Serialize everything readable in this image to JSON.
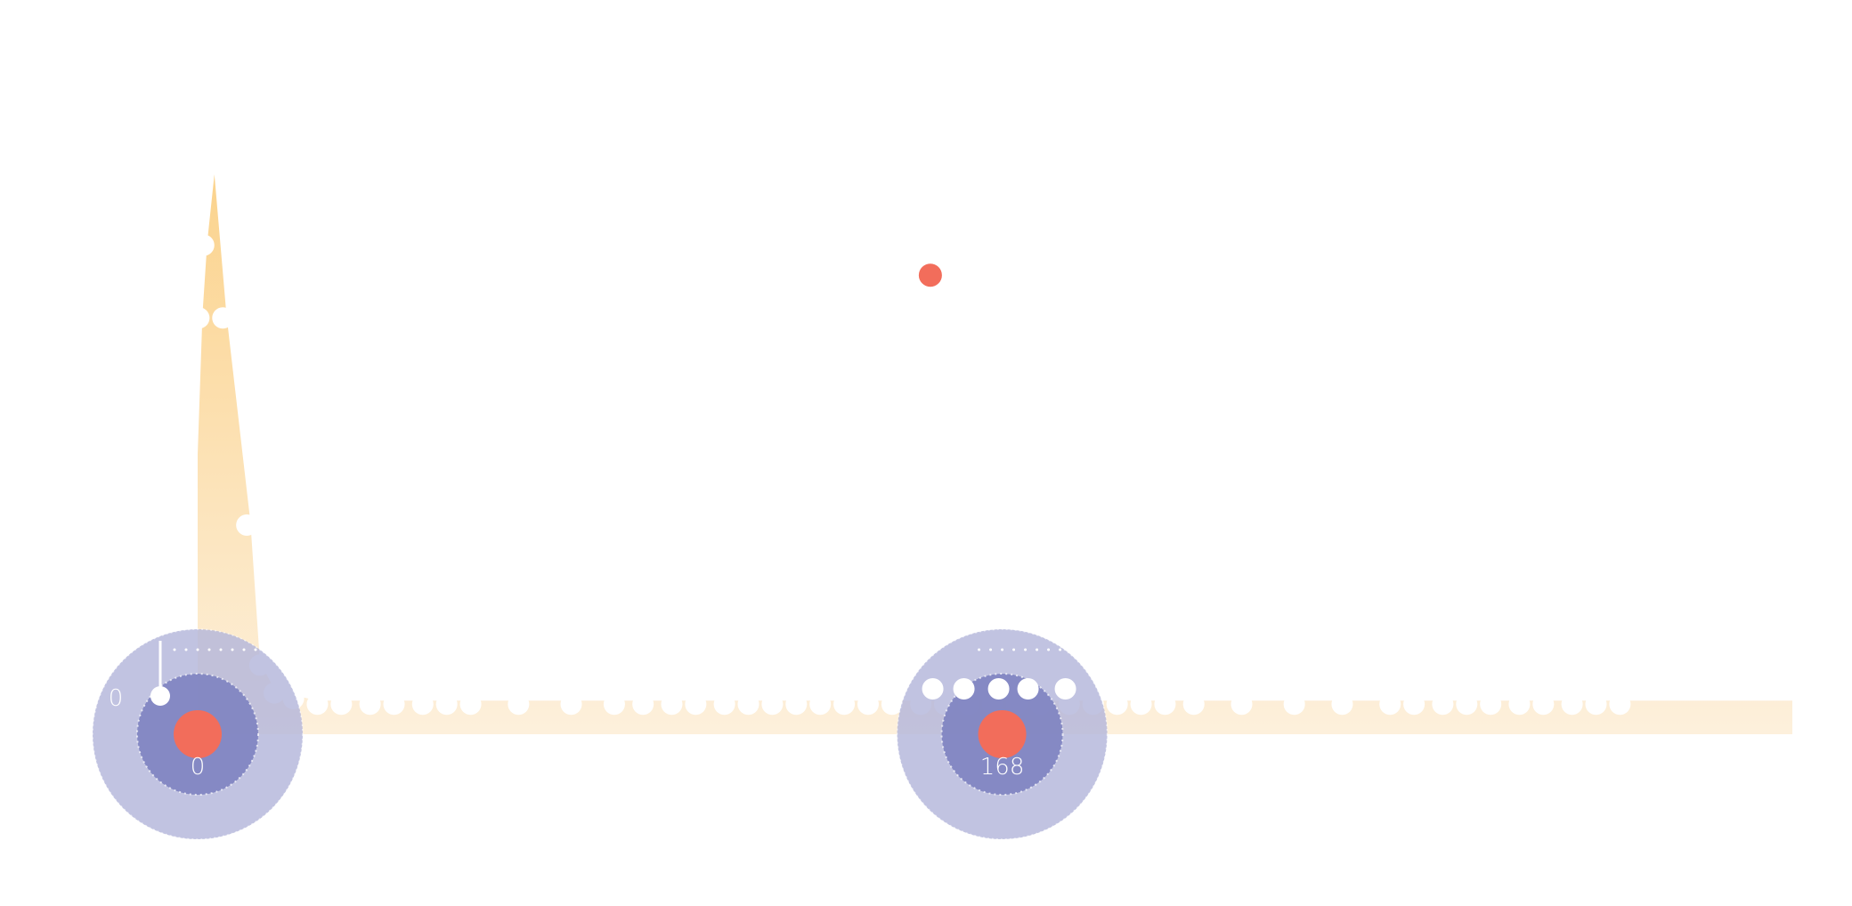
{
  "chart_data": {
    "type": "area",
    "title": "",
    "xlabel": "",
    "ylabel": "",
    "xlim": [
      0,
      333
    ],
    "ylim": [
      0,
      100
    ],
    "grid": false,
    "legend": "none",
    "series": [
      {
        "name": "area",
        "color_top": "#fbd38d",
        "color_bottom": "#fdf0dc",
        "points": [
          [
            0,
            0
          ],
          [
            0,
            50
          ],
          [
            1,
            75
          ],
          [
            2,
            88
          ],
          [
            3.5,
            100
          ],
          [
            6,
            75
          ],
          [
            11,
            38
          ],
          [
            13,
            13
          ],
          [
            16,
            8
          ],
          [
            20,
            7
          ],
          [
            25,
            6
          ],
          [
            30,
            6
          ],
          [
            36,
            6
          ],
          [
            41,
            6
          ],
          [
            47,
            6
          ],
          [
            52,
            6
          ],
          [
            57,
            6
          ],
          [
            67,
            6
          ],
          [
            78,
            6
          ],
          [
            87,
            6
          ],
          [
            93,
            6
          ],
          [
            99,
            6
          ],
          [
            104,
            6
          ],
          [
            110,
            6
          ],
          [
            115,
            6
          ],
          [
            120,
            6
          ],
          [
            125,
            6
          ],
          [
            130,
            6
          ],
          [
            135,
            6
          ],
          [
            140,
            6
          ],
          [
            145,
            6
          ],
          [
            151,
            6
          ],
          [
            156,
            6
          ],
          [
            161,
            6
          ],
          [
            166,
            6
          ],
          [
            171,
            6
          ],
          [
            176,
            6
          ],
          [
            182,
            6
          ],
          [
            187,
            6
          ],
          [
            192,
            6
          ],
          [
            197,
            6
          ],
          [
            202,
            6
          ],
          [
            208,
            6
          ],
          [
            218,
            6
          ],
          [
            229,
            6
          ],
          [
            239,
            6
          ],
          [
            249,
            6
          ],
          [
            254,
            6
          ],
          [
            260,
            6
          ],
          [
            265,
            6
          ],
          [
            270,
            6
          ],
          [
            276,
            6
          ],
          [
            281,
            6
          ],
          [
            287,
            6
          ],
          [
            292,
            6
          ],
          [
            297,
            6
          ],
          [
            333,
            6
          ],
          [
            333,
            0
          ]
        ]
      }
    ],
    "markers": [
      {
        "name": "outlier-point",
        "x": 153,
        "y": 82,
        "color": "#f26d5b"
      }
    ],
    "cursors": [
      {
        "name": "cursor-start",
        "x": 0,
        "label": "0",
        "side_label": "0"
      },
      {
        "name": "cursor-current",
        "x": 168,
        "label": "168",
        "side_label": ""
      }
    ]
  },
  "colors": {
    "outer_ring": "#b3b6db",
    "inner_ring": "#7a7fbe",
    "center_dot": "#f26d5b",
    "area_top": "#fbd38d",
    "area_bottom": "#fdf0dc",
    "scallop": "#ffffff"
  }
}
